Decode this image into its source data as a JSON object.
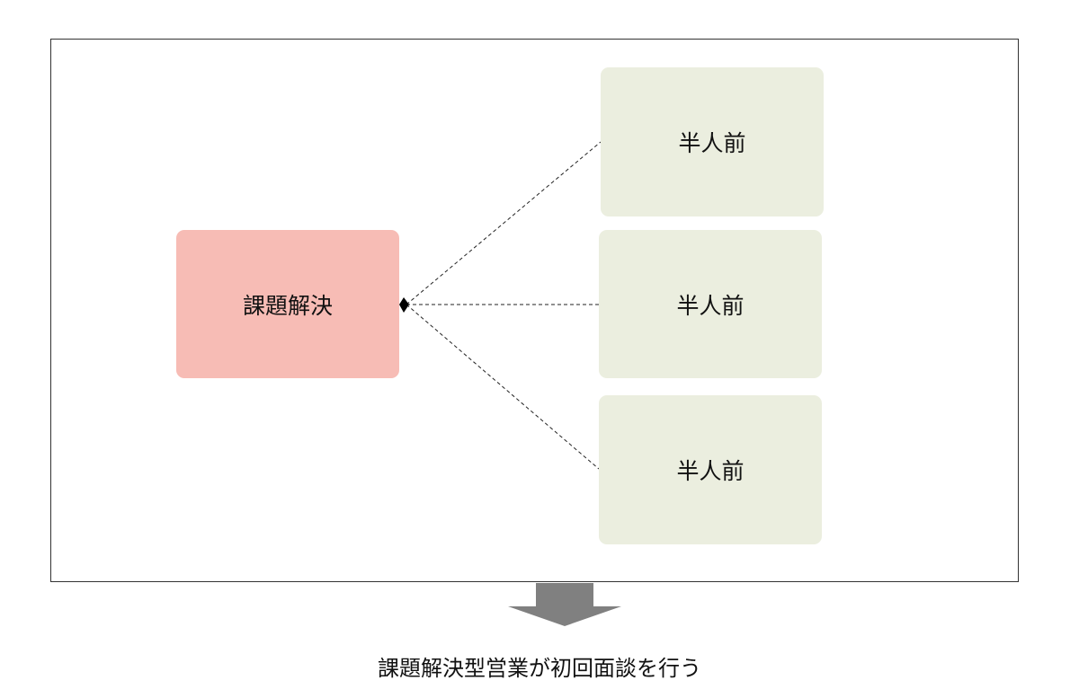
{
  "diagram": {
    "source_node": {
      "label": "課題解決",
      "color": "#f7bcb5"
    },
    "target_nodes": [
      {
        "label": "半人前",
        "color": "#ebeedf"
      },
      {
        "label": "半人前",
        "color": "#ebeedf"
      },
      {
        "label": "半人前",
        "color": "#ebeedf"
      }
    ],
    "arrow_color": "#808080",
    "caption": "課題解決型営業が初回面談を行う"
  }
}
